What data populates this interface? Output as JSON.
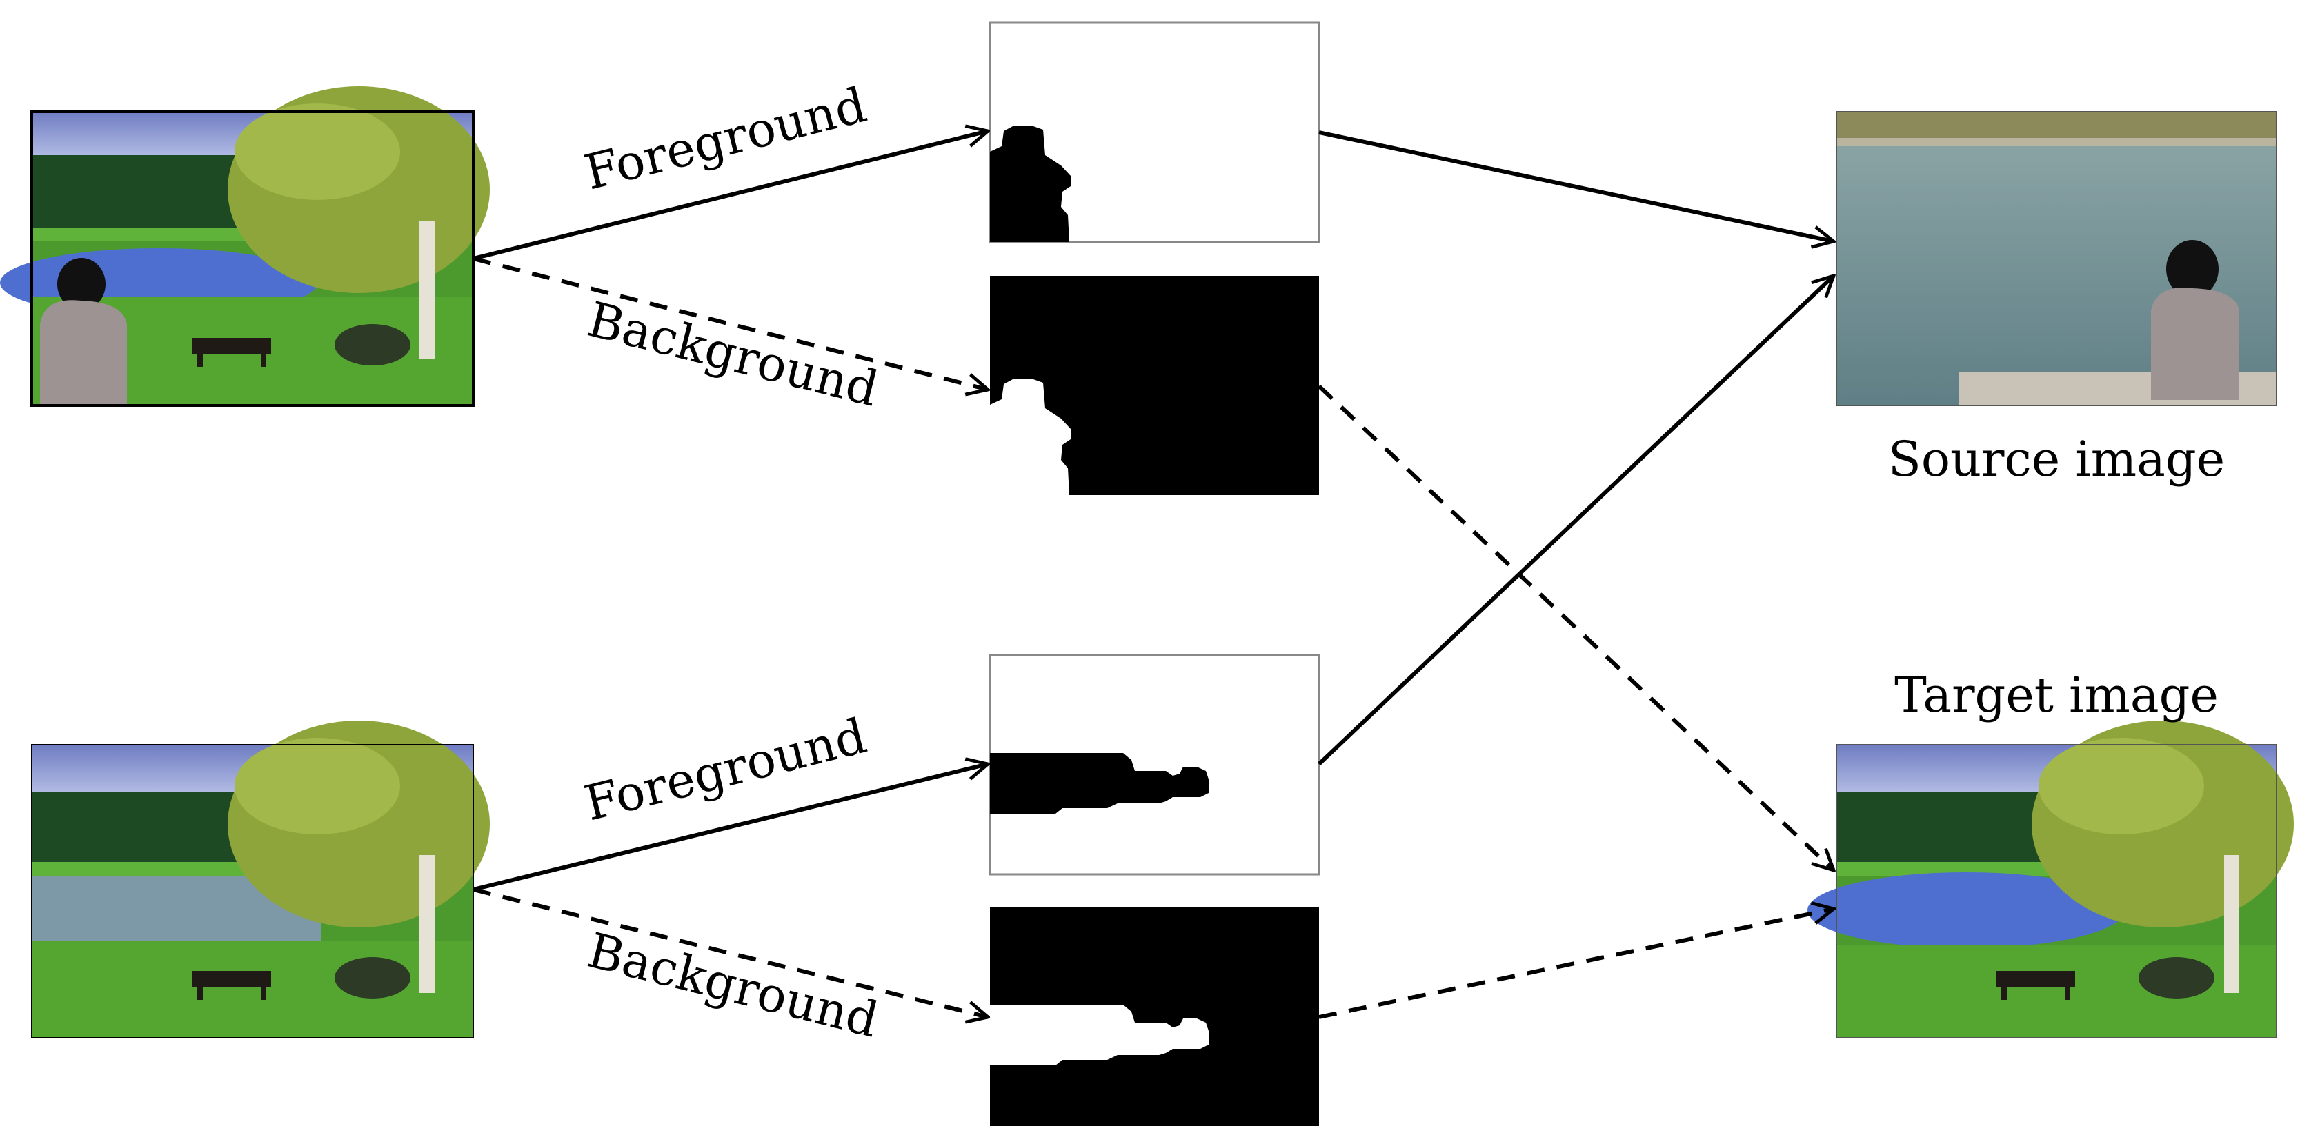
{
  "arrow_labels": {
    "top_foreground": "Foreground",
    "top_background": "Background",
    "bottom_foreground": "Foreground",
    "bottom_background": "Background"
  },
  "captions": {
    "source": "Source image",
    "target": "Target image"
  },
  "colors": {
    "ink": "#000000",
    "sky": "#7f8fc8",
    "grass": "#4f9a2c",
    "lake": "#5a73c9",
    "tree": "#8aa83c",
    "water_source": "#7c9aa2"
  }
}
